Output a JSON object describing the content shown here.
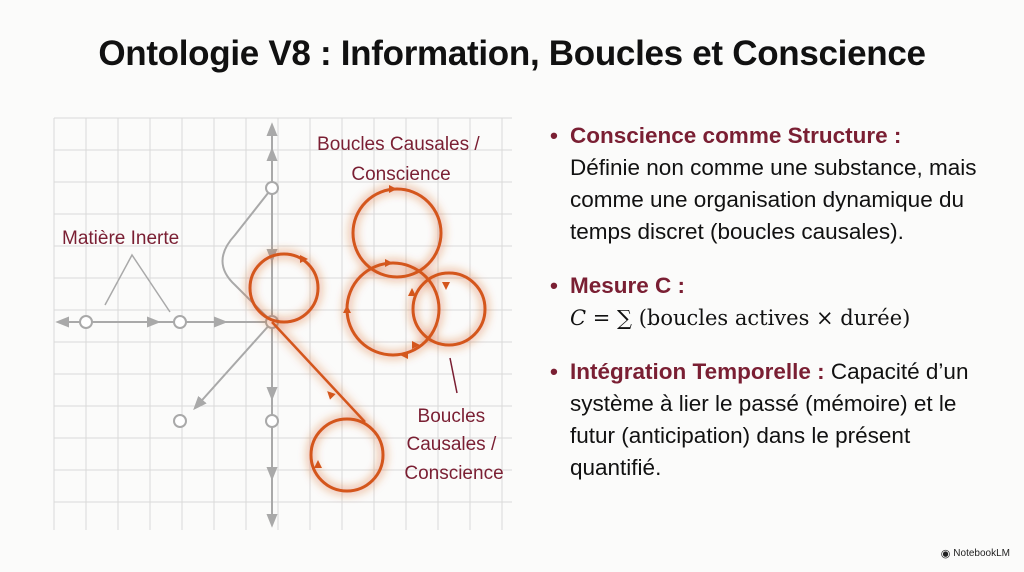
{
  "title": "Ontologie V8 : Information, Boucles et Conscience",
  "diagram": {
    "label_top": [
      "Boucles Causales /",
      "Conscience"
    ],
    "label_left": "Matière Inerte",
    "label_bottom": [
      "Boucles",
      "Causales /",
      "Conscience"
    ]
  },
  "bullets": [
    {
      "heading": "Conscience comme Structure :",
      "text": "Définie non comme une substance, mais comme une organisation dynamique du temps discret (boucles causales)."
    },
    {
      "heading": "Mesure C :",
      "formula_var": "C",
      "formula_rest": " = ∑ (boucles actives × durée)"
    },
    {
      "heading": "Intégration Temporelle :",
      "text": " Capacité d’un système à lier le passé (mémoire) et le futur (anticipation) dans le présent quantifié."
    }
  ],
  "brand": "NotebookLM",
  "colors": {
    "accent": "#7a1f33",
    "loop": "#d4561c",
    "grid": "#d6d6d6",
    "axis": "#a9a9a9"
  }
}
